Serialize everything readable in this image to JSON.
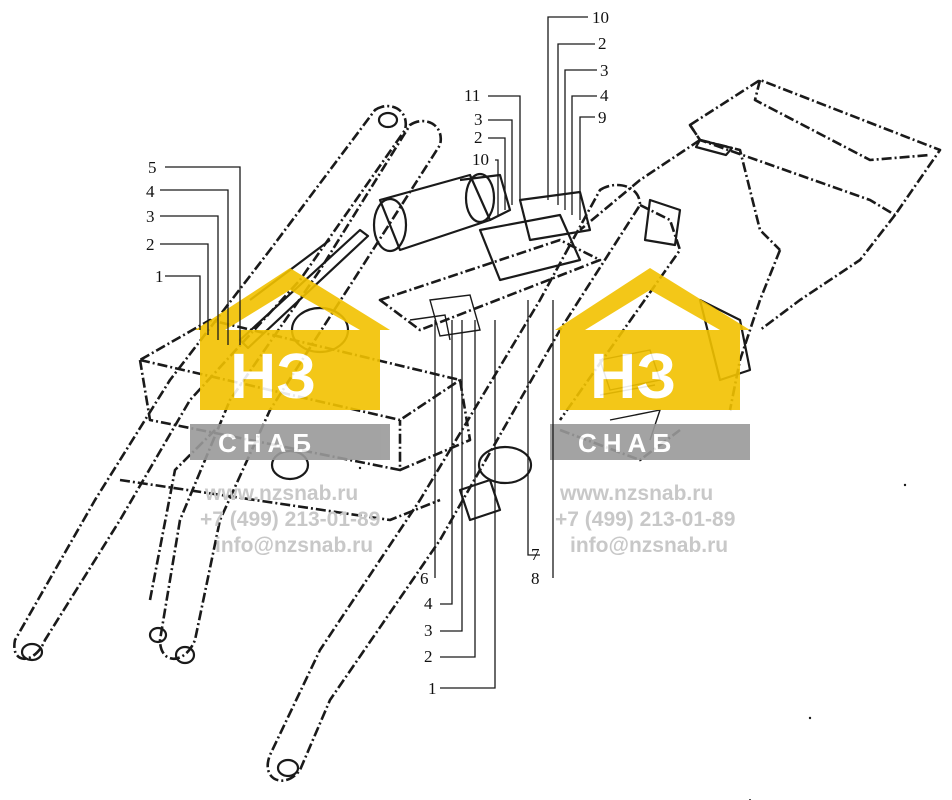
{
  "callouts_left": [
    {
      "id": "l5",
      "label": "5"
    },
    {
      "id": "l4",
      "label": "4"
    },
    {
      "id": "l3",
      "label": "3"
    },
    {
      "id": "l2",
      "label": "2"
    },
    {
      "id": "l1",
      "label": "1"
    }
  ],
  "callouts_top": [
    {
      "id": "t10a",
      "label": "10"
    },
    {
      "id": "t2",
      "label": "2"
    },
    {
      "id": "t3a",
      "label": "3"
    },
    {
      "id": "t4",
      "label": "4"
    },
    {
      "id": "t9",
      "label": "9"
    },
    {
      "id": "t11",
      "label": "11"
    },
    {
      "id": "t3b",
      "label": "3"
    },
    {
      "id": "t2b",
      "label": "2"
    },
    {
      "id": "t10b",
      "label": "10"
    }
  ],
  "callouts_bottom": [
    {
      "id": "b7",
      "label": "7"
    },
    {
      "id": "b8",
      "label": "8"
    },
    {
      "id": "b6",
      "label": "6"
    },
    {
      "id": "b4",
      "label": "4"
    },
    {
      "id": "b3",
      "label": "3"
    },
    {
      "id": "b2",
      "label": "2"
    },
    {
      "id": "b1",
      "label": "1"
    }
  ],
  "watermark": {
    "logo_letters": "НЗ",
    "brand": "СНАБ",
    "website": "www.nzsnab.ru",
    "phone": "+7 (499) 213-01-89",
    "email": "info@nzsnab.ru",
    "logo_color": "#f2c200",
    "logo_gray": "#9a9a9a"
  }
}
